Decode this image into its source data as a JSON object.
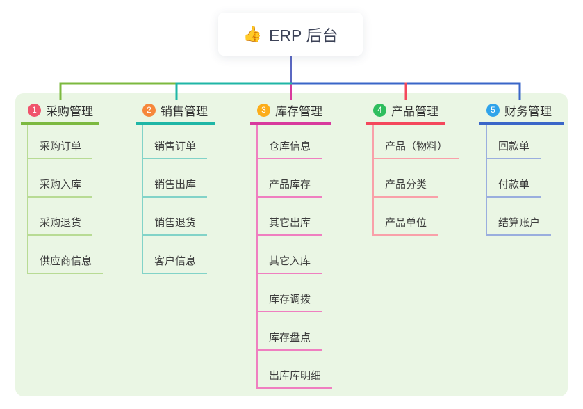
{
  "root": {
    "label": "ERP 后台",
    "icon_emoji": "👍"
  },
  "colors": {
    "page_bg": "#ffffff",
    "panel_bg": "#EAF6E4",
    "root_line": "#5B68C2",
    "root_text": "#3C4257",
    "title_text": "#333333",
    "item_text": "#3D3D3D"
  },
  "branches": [
    {
      "num": "1",
      "title": "采购管理",
      "badge_color": "#F0546C",
      "line_color": "#7CB93F",
      "light_line_color": "#B8DB94",
      "items": [
        "采购订单",
        "采购入库",
        "采购退货",
        "供应商信息"
      ]
    },
    {
      "num": "2",
      "title": "销售管理",
      "badge_color": "#F6873B",
      "line_color": "#1FB6A6",
      "light_line_color": "#82D3C8",
      "items": [
        "销售订单",
        "销售出库",
        "销售退货",
        "客户信息"
      ]
    },
    {
      "num": "3",
      "title": "库存管理",
      "badge_color": "#FCAD1A",
      "line_color": "#D83A9D",
      "light_line_color": "#EF7FC0",
      "items": [
        "仓库信息",
        "产品库存",
        "其它出库",
        "其它入库",
        "库存调拨",
        "库存盘点",
        "出库库明细"
      ]
    },
    {
      "num": "4",
      "title": "产品管理",
      "badge_color": "#2FBE5E",
      "line_color": "#F4485C",
      "light_line_color": "#F9A0A9",
      "items": [
        "产品（物料）",
        "产品分类",
        "产品单位"
      ]
    },
    {
      "num": "5",
      "title": "财务管理",
      "badge_color": "#2FA3EA",
      "line_color": "#3A66C8",
      "light_line_color": "#9AAEDE",
      "items": [
        "回款单",
        "付款单",
        "结算账户"
      ]
    }
  ]
}
